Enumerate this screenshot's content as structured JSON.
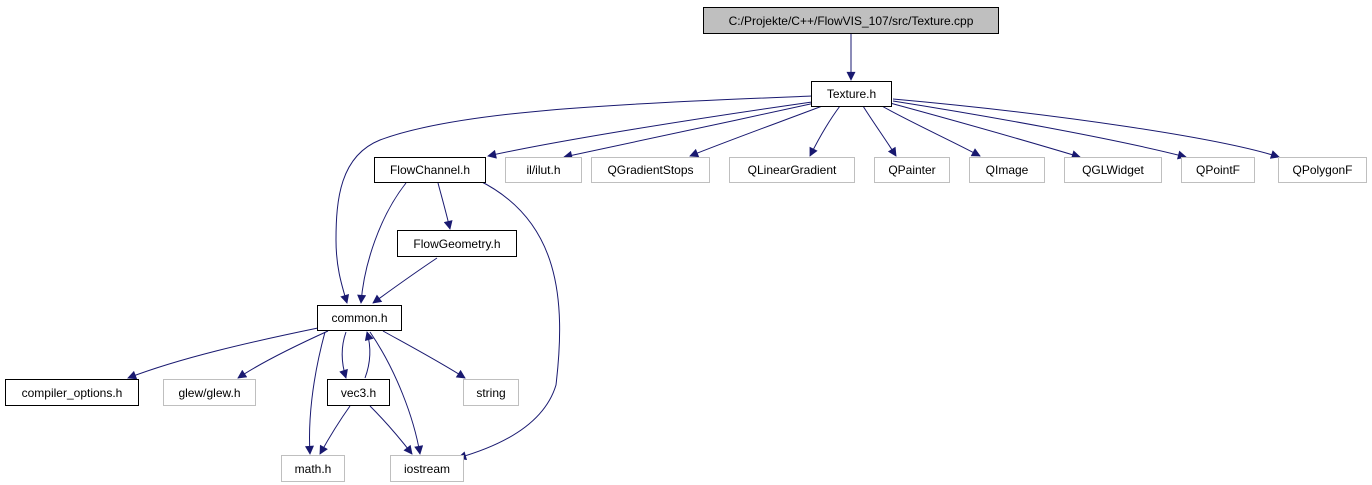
{
  "colors": {
    "edge": "#191970",
    "node_border": "#000000",
    "external_border": "#bfbfbf",
    "root_fill": "#bfbfbf"
  },
  "nodes": {
    "texture_cpp": "C:/Projekte/C++/FlowVIS_107/src/Texture.cpp",
    "texture_h": "Texture.h",
    "flowchannel_h": "FlowChannel.h",
    "ilut_h": "il/ilut.h",
    "qgradientstops": "QGradientStops",
    "qlineargradient": "QLinearGradient",
    "qpainter": "QPainter",
    "qimage": "QImage",
    "qglwidget": "QGLWidget",
    "qpointf": "QPointF",
    "qpolygonf": "QPolygonF",
    "flowgeometry_h": "FlowGeometry.h",
    "common_h": "common.h",
    "compiler_options_h": "compiler_options.h",
    "glew_h": "glew/glew.h",
    "vec3_h": "vec3.h",
    "string": "string",
    "math_h": "math.h",
    "iostream": "iostream"
  }
}
